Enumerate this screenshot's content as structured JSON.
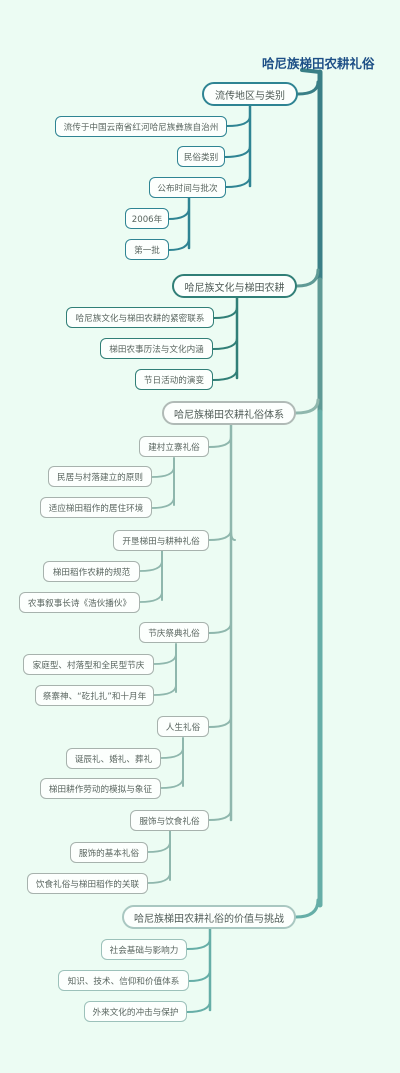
{
  "root": {
    "title": "哈尼族梯田农耕礼俗"
  },
  "branches": [
    {
      "label": "流传地区与类别",
      "children": [
        {
          "label": "流传于中国云南省红河哈尼族彝族自治州"
        },
        {
          "label": "民俗类别"
        },
        {
          "label": "公布时间与批次",
          "children": [
            {
              "label": "2006年"
            },
            {
              "label": "第一批"
            }
          ]
        }
      ]
    },
    {
      "label": "哈尼族文化与梯田农耕",
      "children": [
        {
          "label": "哈尼族文化与梯田农耕的紧密联系"
        },
        {
          "label": "梯田农事历法与文化内涵"
        },
        {
          "label": "节日活动的演变"
        }
      ]
    },
    {
      "label": "哈尼族梯田农耕礼俗体系",
      "children": [
        {
          "label": "建村立寨礼俗",
          "children": [
            {
              "label": "民居与村落建立的原则"
            },
            {
              "label": "适应梯田稻作的居住环境"
            }
          ]
        },
        {
          "label": "开垦梯田与耕种礼俗",
          "children": [
            {
              "label": "梯田稻作农耕的规范"
            },
            {
              "label": "农事叙事长诗《浩伙播伙》"
            }
          ]
        },
        {
          "label": "节庆祭典礼俗",
          "children": [
            {
              "label": "家庭型、村落型和全民型节庆"
            },
            {
              "label": "祭寨神、“矻扎扎”和十月年"
            }
          ]
        },
        {
          "label": "人生礼俗",
          "children": [
            {
              "label": "诞辰礼、婚礼、葬礼"
            },
            {
              "label": "梯田耕作劳动的模拟与象征"
            }
          ]
        },
        {
          "label": "服饰与饮食礼俗",
          "children": [
            {
              "label": "服饰的基本礼俗"
            },
            {
              "label": "饮食礼俗与梯田稻作的关联"
            }
          ]
        }
      ]
    },
    {
      "label": "哈尼族梯田农耕礼俗的价值与挑战",
      "children": [
        {
          "label": "社会基础与影响力"
        },
        {
          "label": "知识、技术、信仰和价值体系"
        },
        {
          "label": "外来文化的冲击与保护"
        }
      ]
    }
  ]
}
